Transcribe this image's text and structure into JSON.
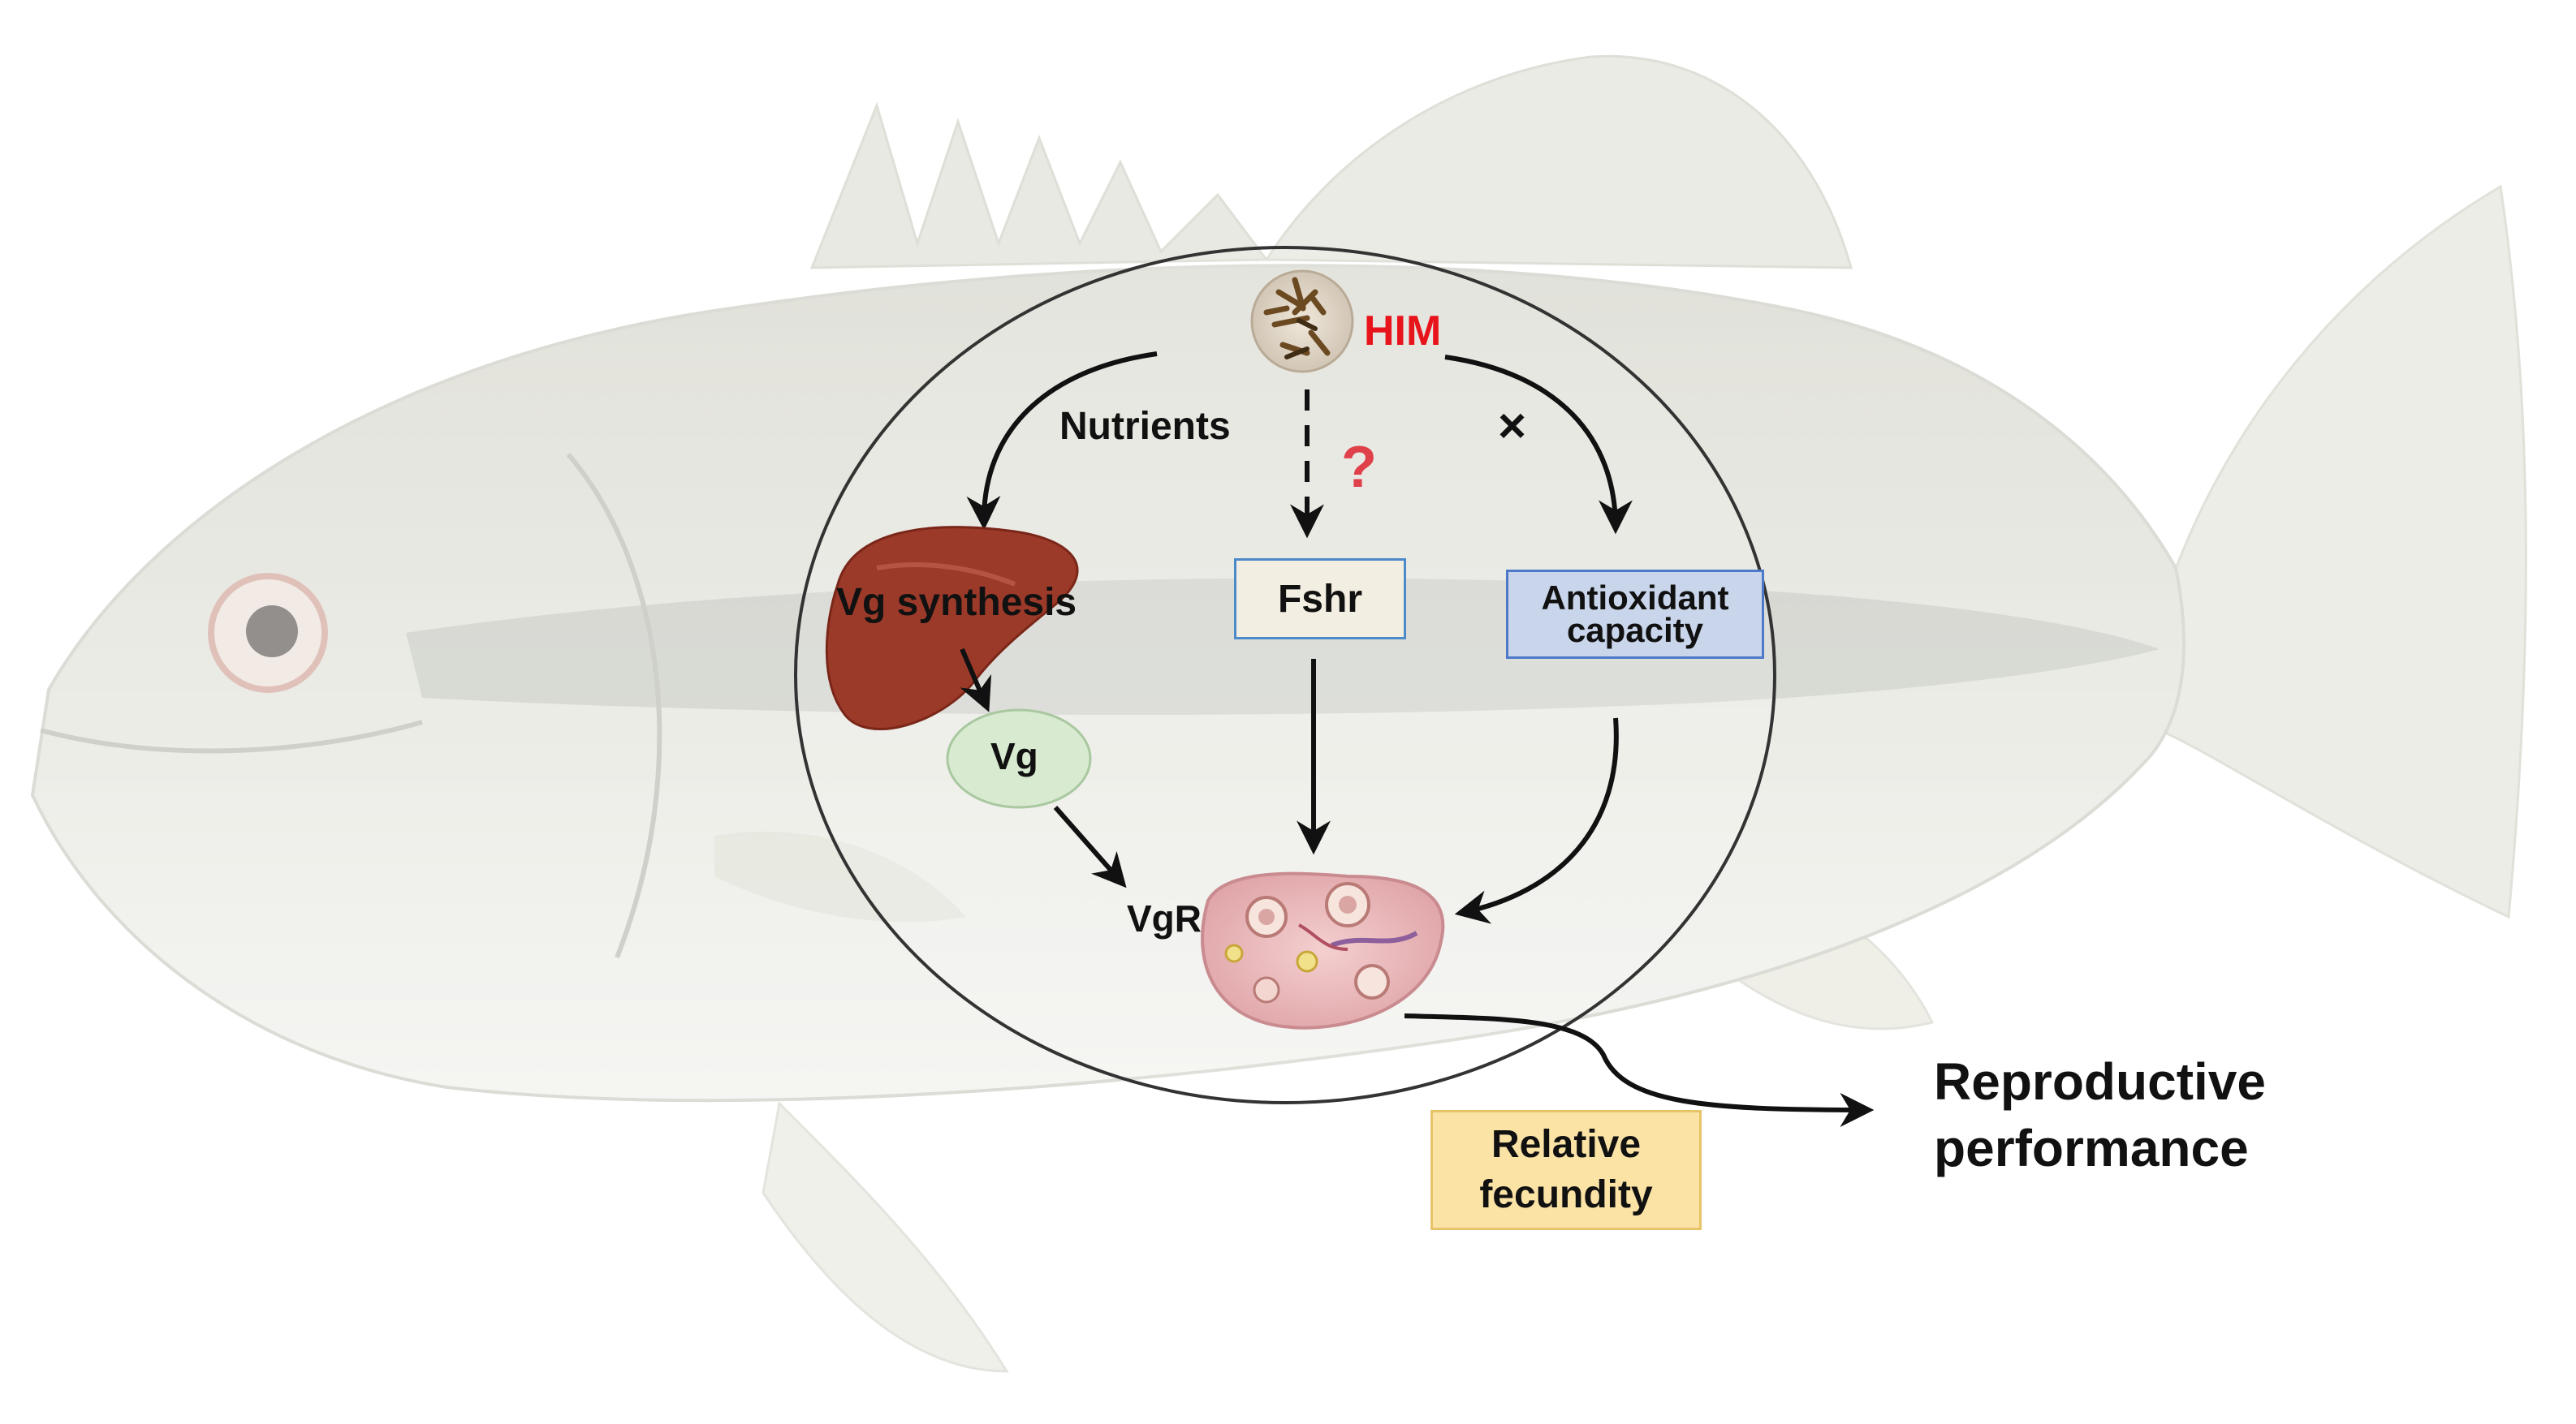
{
  "colors": {
    "him": "#e8141c",
    "question": "#e0404a",
    "fshr_fill": "#f3eee2",
    "fshr_border": "#4c8ac8",
    "antiox_fill": "#c9d5ea",
    "antiox_border": "#4c7ac8",
    "vg_fill": "#d8ead0",
    "fecundity_fill": "#fbe3a6",
    "fecundity_border": "#e8c36a",
    "liver": "#9a3b2b",
    "ovary": "#e9b7b7"
  },
  "icons": [
    "insect-meal-icon",
    "liver-icon",
    "ovary-icon",
    "fish-silhouette",
    "cross-icon"
  ],
  "labels": {
    "him": "HIM",
    "question": "?",
    "nutrients": "Nutrients",
    "cross": "×",
    "vg_synthesis": "Vg synthesis",
    "fshr": "Fshr",
    "antioxidant_line1": "Antioxidant",
    "antioxidant_line2": "capacity",
    "vg": "Vg",
    "vgr": "VgR",
    "fecundity_line1": "Relative",
    "fecundity_line2": "fecundity",
    "reproductive_line1": "Reproductive",
    "reproductive_line2": "performance"
  }
}
